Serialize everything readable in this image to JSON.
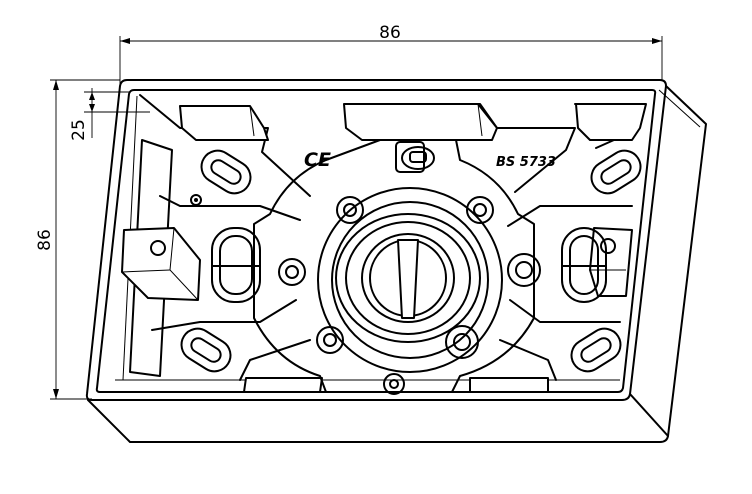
{
  "dimensions": {
    "width_label": "86",
    "height_label": "86",
    "depth_label": "25"
  },
  "markings": {
    "ce_mark": "CE",
    "standard_mark": "BS 5733"
  }
}
